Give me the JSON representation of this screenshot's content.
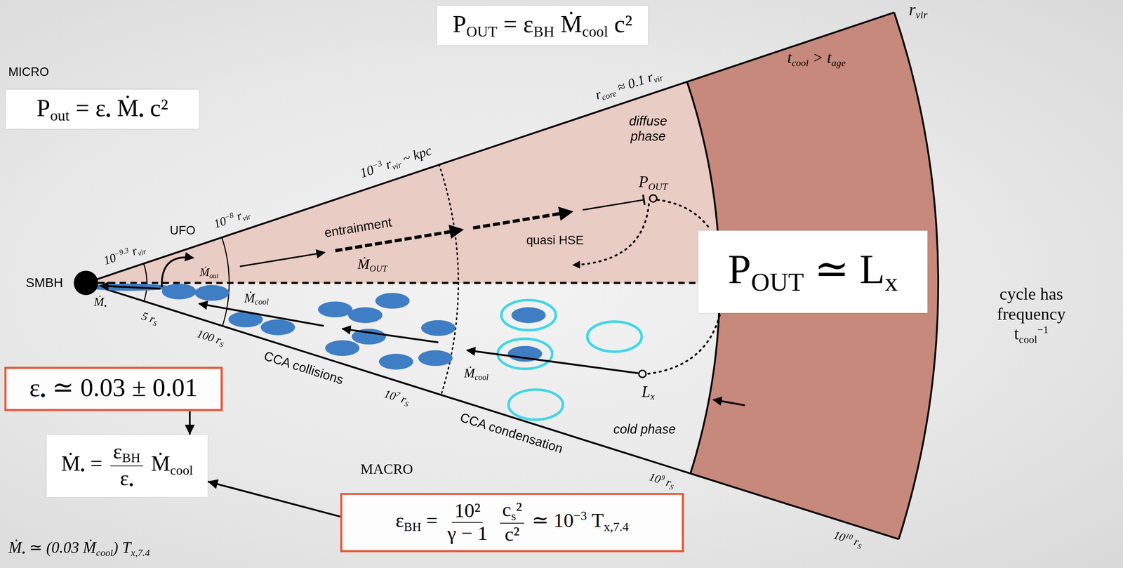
{
  "diagram": {
    "nodes": [
      {
        "text": [
          "POUT = εBH Ṁcool c²"
        ]
      },
      {
        "text": [
          "Pout = ε• Ṁ• c²"
        ]
      },
      {
        "text": [
          "POUT ≃ Lx"
        ]
      },
      {
        "text": [
          "ε• ≃ 0.03 ± 0.01"
        ]
      },
      {
        "text": [
          "Ṁ• = εBH ε• Ṁcool"
        ]
      },
      {
        "text": [
          "εBH = 10² γ − 1 cs² c² ≃ 10−3 Tx,7.4"
        ]
      }
    ],
    "edges": [
      {
        "from": 3,
        "to": 4,
        "arrow": "to"
      },
      {
        "from": 5,
        "to": 4,
        "arrow": "to"
      }
    ],
    "labels": [
      "MICRO",
      "rvir",
      "tcool > tage",
      "rcore ≈ 0.1 rvir",
      "diffuse phase",
      "POUT",
      "10−3 rvir ~ kpc",
      "entrainment",
      "ṀOUT",
      "quasi HSE",
      "UFO",
      "10−8 rvir",
      "10−9.3 rvir",
      "SMBH",
      "Ṁout",
      "Ṁ•",
      "5 rS",
      "Ṁcool",
      "100 rS",
      "CCA collisions",
      "107 rS",
      "Ṁcool",
      "CCA condensation",
      "Lx",
      "cold phase",
      "109 rS",
      "1010 rS",
      "MACRO",
      "Ṁ• ≃ (0.03 Ṁcool) Tx,7.4",
      "cycle has frequency tcool−1"
    ]
  }
}
